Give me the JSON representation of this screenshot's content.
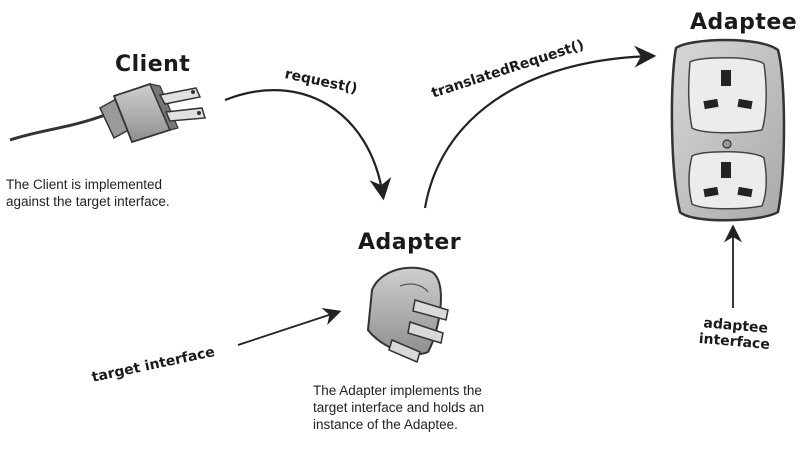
{
  "titles": {
    "client": "Client",
    "adapter": "Adapter",
    "adaptee": "Adaptee"
  },
  "labels": {
    "request": "request()",
    "translated_request": "translatedRequest()",
    "target_interface": "target interface",
    "adaptee_interface_line1": "adaptee",
    "adaptee_interface_line2": "interface"
  },
  "descriptions": {
    "client": [
      "The Client is implemented",
      "against the target interface."
    ],
    "adapter": [
      "The Adapter implements the",
      "target interface and holds an",
      "instance of the Adaptee."
    ]
  },
  "icons": {
    "client": "us-plug-icon",
    "adapter": "uk-adapter-plug-icon",
    "adaptee": "uk-wall-socket-icon"
  }
}
